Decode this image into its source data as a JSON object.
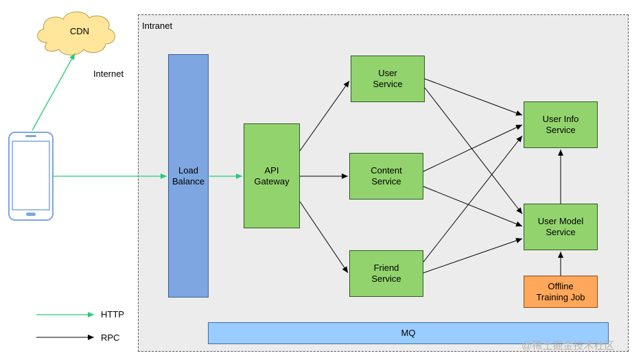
{
  "zones": {
    "intranet_label": "Intranet",
    "internet_label": "Internet"
  },
  "nodes": {
    "cdn": "CDN",
    "load_balancer": "Load\nBalance",
    "api_gateway": "API\nGateway",
    "user_service": "User\nService",
    "content_service": "Content\nService",
    "friend_service": "Friend\nService",
    "user_info_service": "User Info\nService",
    "user_model_service": "User Model\nService",
    "offline_training_job": "Offline\nTraining Job",
    "mq": "MQ"
  },
  "legend": {
    "http_label": "HTTP",
    "rpc_label": "RPC"
  },
  "edges": [
    {
      "from": "Phone",
      "to": "CDN",
      "protocol": "HTTP"
    },
    {
      "from": "Phone",
      "to": "Load Balance",
      "protocol": "HTTP"
    },
    {
      "from": "Load Balance",
      "to": "API Gateway",
      "protocol": "HTTP"
    },
    {
      "from": "API Gateway",
      "to": "User Service",
      "protocol": "RPC"
    },
    {
      "from": "API Gateway",
      "to": "Content Service",
      "protocol": "RPC"
    },
    {
      "from": "API Gateway",
      "to": "Friend Service",
      "protocol": "RPC"
    },
    {
      "from": "User Service",
      "to": "User Info Service",
      "protocol": "RPC"
    },
    {
      "from": "User Service",
      "to": "User Model Service",
      "protocol": "RPC"
    },
    {
      "from": "Content Service",
      "to": "User Info Service",
      "protocol": "RPC"
    },
    {
      "from": "Content Service",
      "to": "User Model Service",
      "protocol": "RPC"
    },
    {
      "from": "Friend Service",
      "to": "User Info Service",
      "protocol": "RPC"
    },
    {
      "from": "Friend Service",
      "to": "User Model Service",
      "protocol": "RPC"
    },
    {
      "from": "User Model Service",
      "to": "User Info Service",
      "protocol": "RPC"
    },
    {
      "from": "Offline Training Job",
      "to": "User Model Service",
      "protocol": "RPC"
    }
  ],
  "colors": {
    "http": "#22cc77",
    "rpc": "#000000",
    "service_fill": "#92d36e",
    "load_balancer_fill": "#7ea6e0",
    "offline_fill": "#ffa75a",
    "mq_fill": "#99ccff",
    "phone_stroke": "#7ea6e0",
    "cdn_fill": "#ffe69a"
  },
  "watermark": "@稀土掘金技术社区"
}
